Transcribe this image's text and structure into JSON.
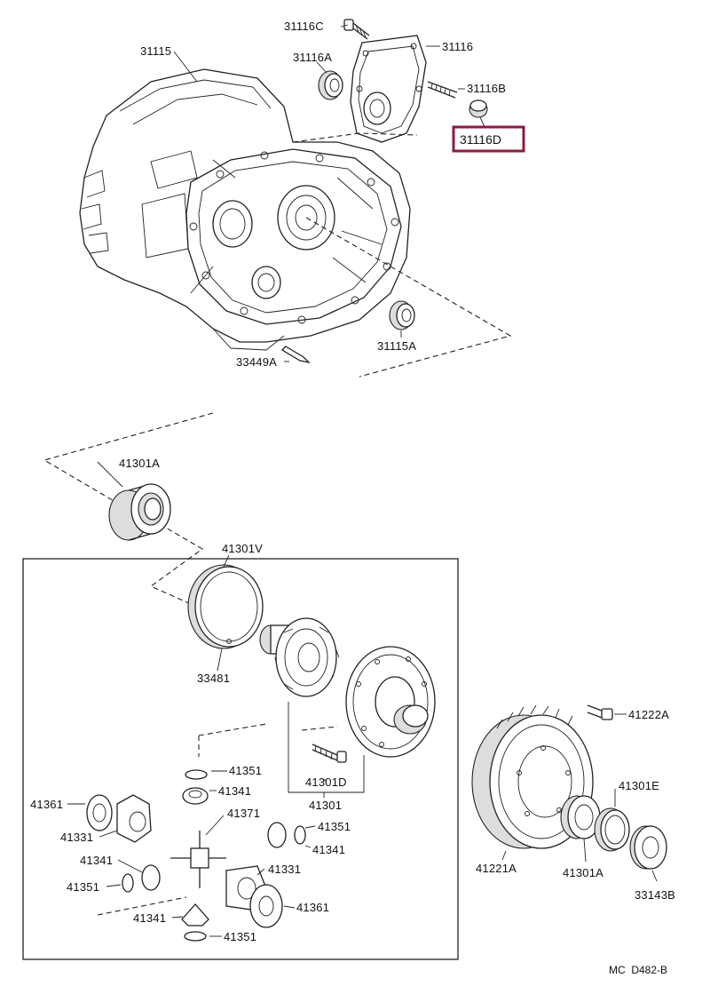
{
  "diagram": {
    "highlight_color": "#8e1b3b",
    "selected_part": "31116D",
    "drawing_code": "MC  D482-B",
    "labels": {
      "p31116C": "31116C",
      "p31116": "31116",
      "p31115": "31115",
      "p31116A": "31116A",
      "p31116B": "31116B",
      "p31116D": "31116D",
      "p31115A": "31115A",
      "p33449A": "33449A",
      "p41301A_top": "41301A",
      "p41301V": "41301V",
      "p33481": "33481",
      "p41222A": "41222A",
      "p41301D": "41301D",
      "p41301": "41301",
      "p41351_a": "41351",
      "p41341_a": "41341",
      "p41371": "41371",
      "p41361_a": "41361",
      "p41331_a": "41331",
      "p41351_b": "41351",
      "p41341_b": "41341",
      "p41341_c": "41341",
      "p41331_b": "41331",
      "p41351_c": "41351",
      "p41361_b": "41361",
      "p41341_d": "41341",
      "p41351_d": "41351",
      "p41301E": "41301E",
      "p41221A": "41221A",
      "p41301A_bottom": "41301A",
      "p33143B": "33143B"
    }
  }
}
